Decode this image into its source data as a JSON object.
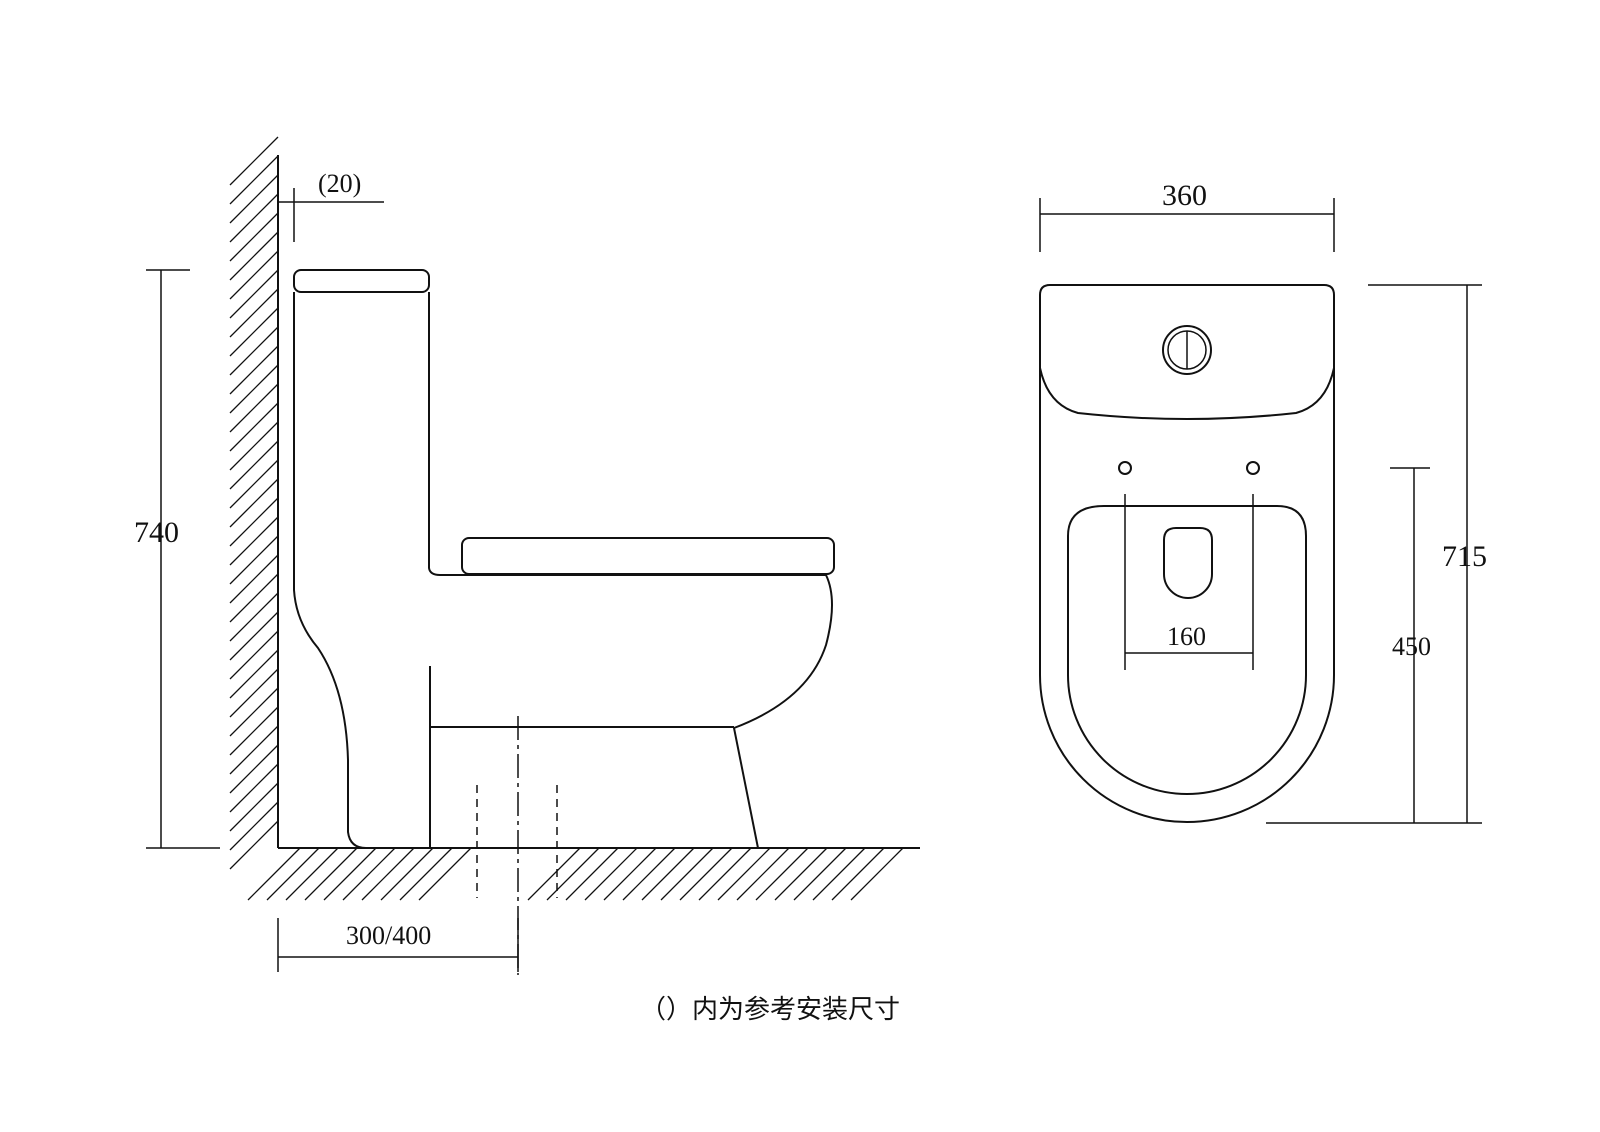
{
  "side_view": {
    "total_height": "740",
    "wall_gap": "(20)",
    "rough_in": "300/400"
  },
  "top_view": {
    "width": "360",
    "depth": "715",
    "mount_depth": "450",
    "hole_spacing": "160"
  },
  "note": "（）内为参考安装尺寸"
}
